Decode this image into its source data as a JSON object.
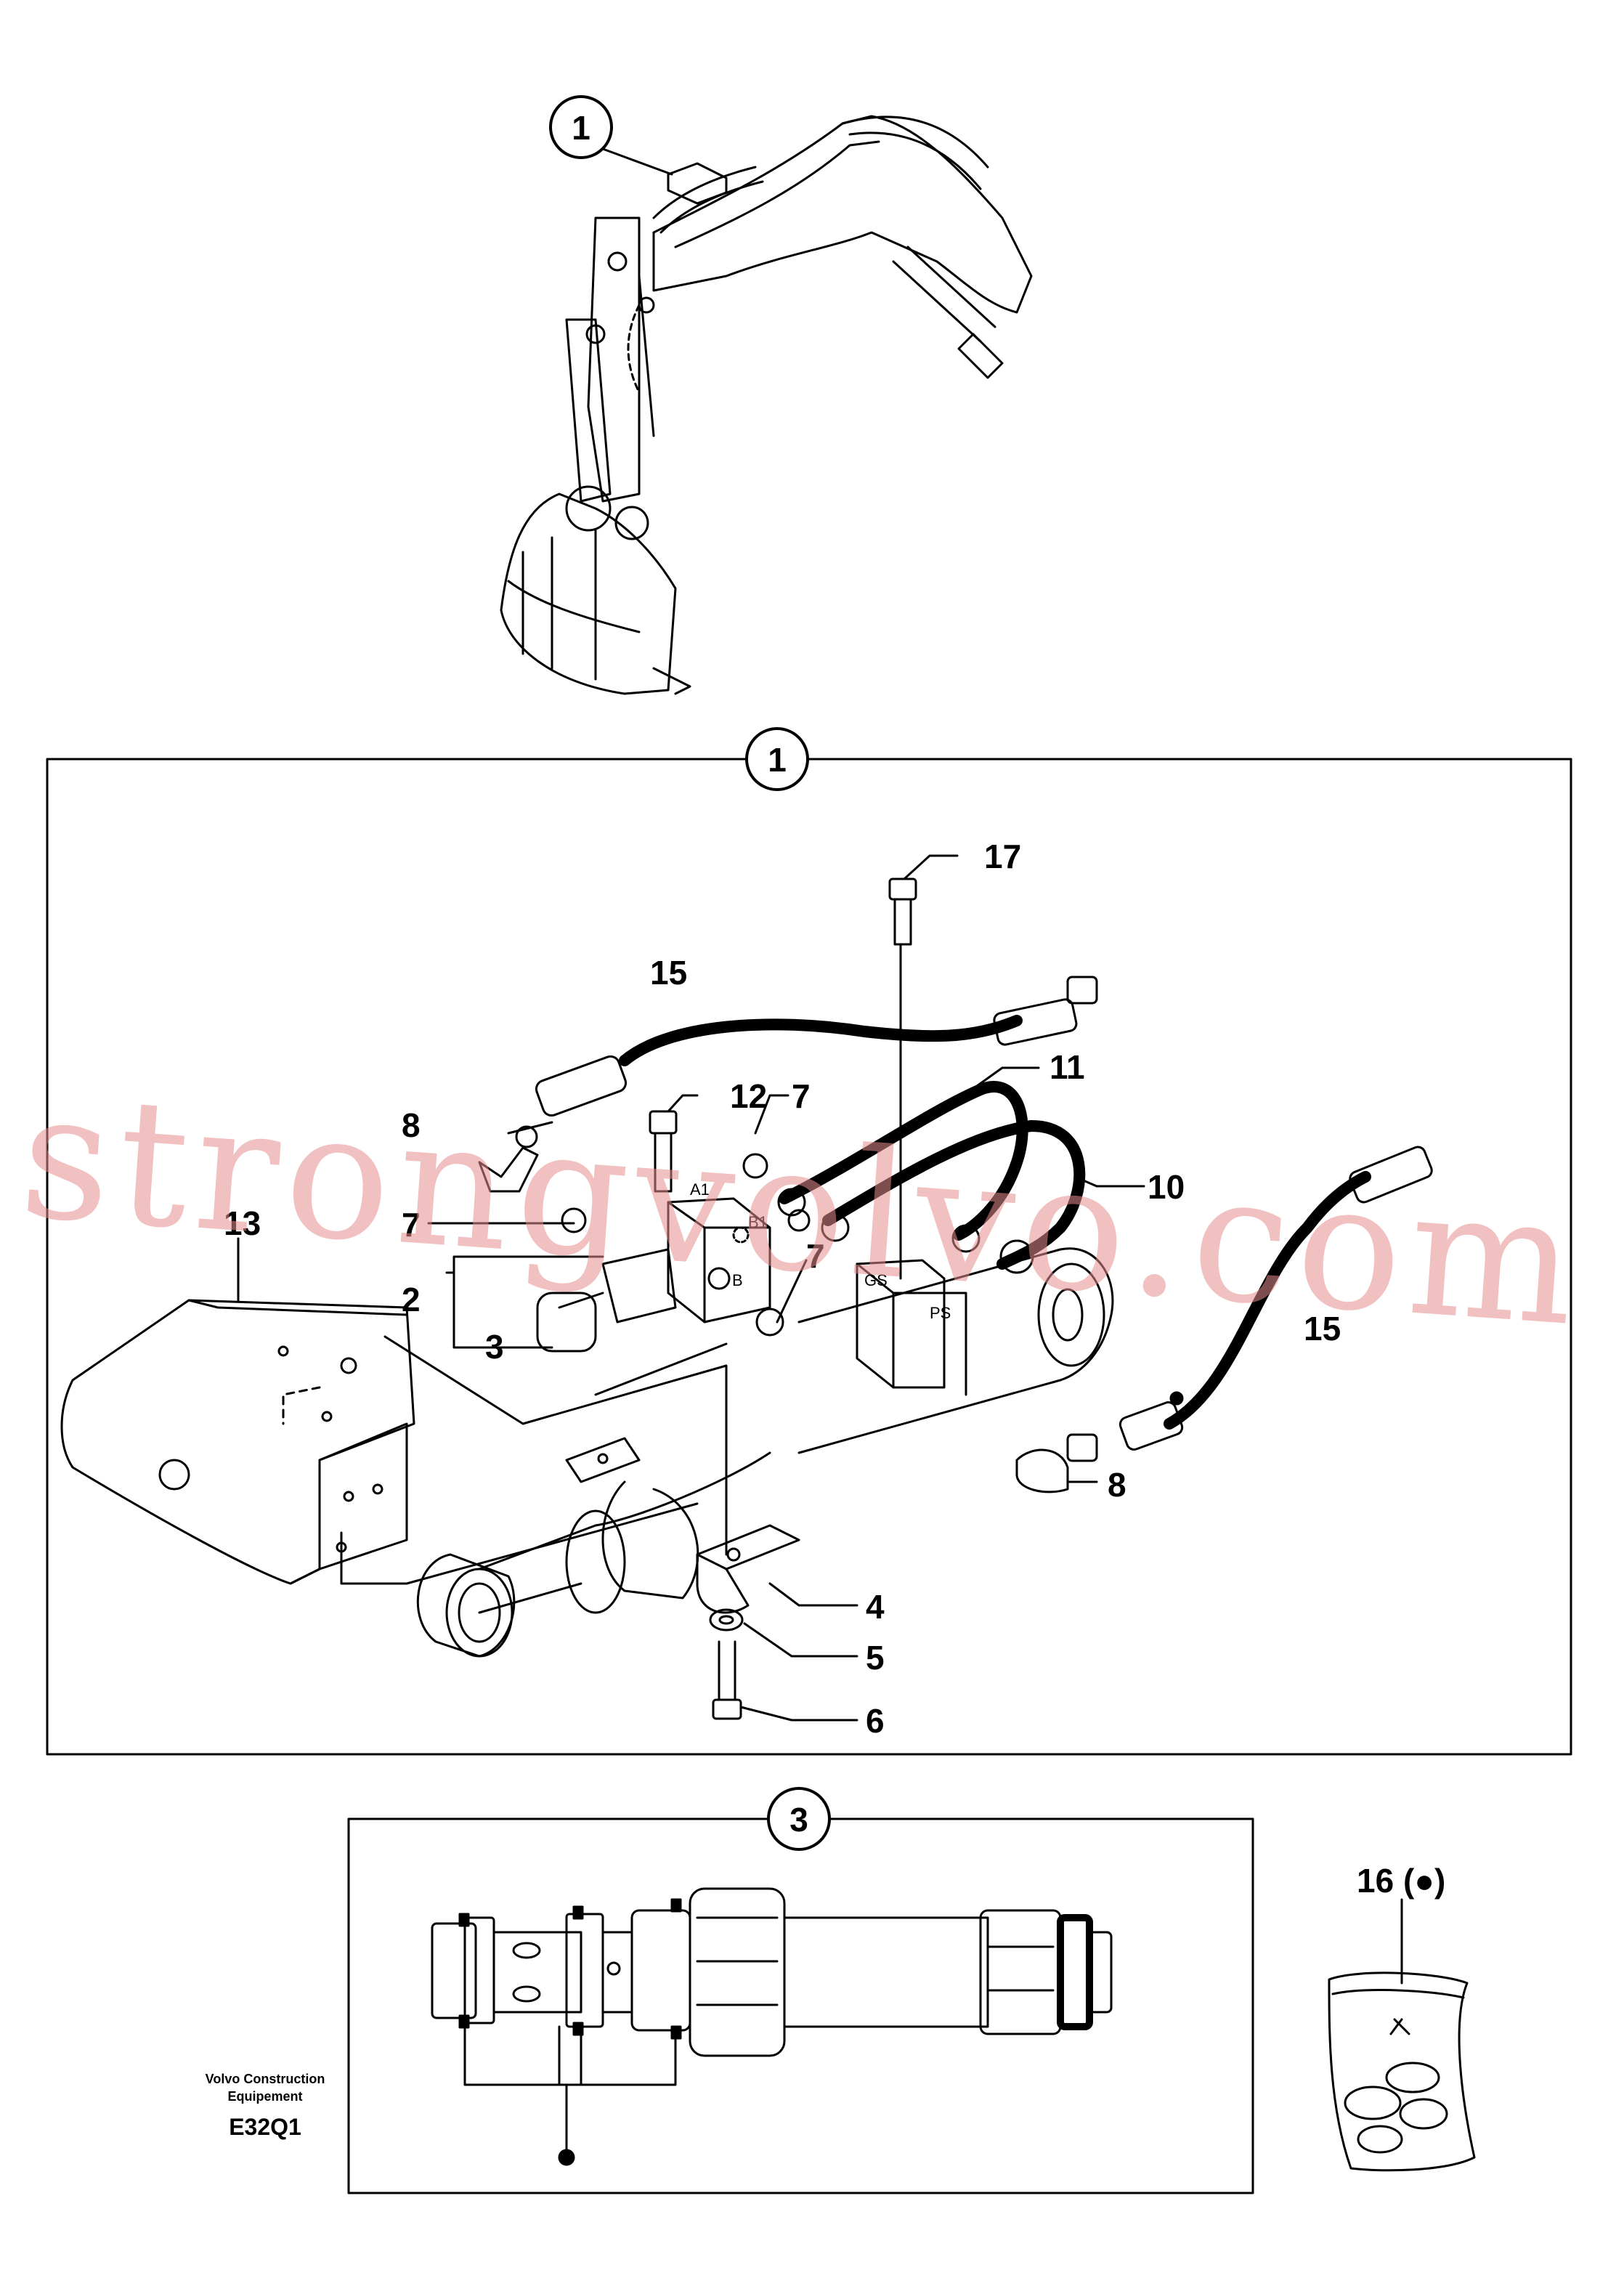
{
  "watermark": "strongvolvo.com",
  "footer": {
    "maker_line1": "Volvo Construction",
    "maker_line2": "Equipement",
    "drawing_code": "E32Q1"
  },
  "callouts": {
    "c1_top": "1",
    "c1_frame": "1",
    "c3_frame": "3",
    "n2": "2",
    "n3": "3",
    "n4": "4",
    "n5": "5",
    "n6": "6",
    "n7a": "7",
    "n7b": "7",
    "n7c": "7",
    "n8a": "8",
    "n8b": "8",
    "n10": "10",
    "n11": "11",
    "n12": "12",
    "n13": "13",
    "n15a": "15",
    "n15b": "15",
    "n16": "16 (●)",
    "n17": "17"
  },
  "ports": {
    "a1": "A1",
    "b1": "B1",
    "b": "B",
    "gs": "GS",
    "ps": "PS"
  }
}
